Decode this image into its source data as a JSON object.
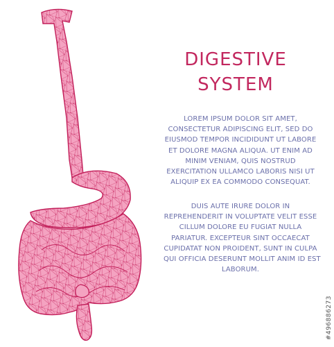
{
  "title": {
    "line1": "DIGESTIVE",
    "line2": "SYSTEM"
  },
  "paragraph1": [
    "LOREM IPSUM DOLOR SIT AMET,",
    "CONSECTETUR ADIPISCING ELIT, SED DO",
    "EIUSMOD TEMPOR INCIDIDUNT UT LABORE",
    "ET DOLORE MAGNA ALIQUA. UT ENIM AD",
    "MINIM VENIAM, QUIS NOSTRUD",
    "EXERCITATION ULLAMCO LABORIS NISI UT",
    "ALIQUIP EX EA COMMODO CONSEQUAT."
  ],
  "paragraph2": [
    "DUIS AUTE IRURE DOLOR IN",
    "REPREHENDERIT IN VOLUPTATE VELIT ESSE",
    "CILLUM DOLORE EU FUGIAT NULLA",
    "PARIATUR. EXCEPTEUR SINT OCCAECAT",
    "CUPIDATAT NON PROIDENT, SUNT IN CULPA",
    "QUI OFFICIA DESERUNT MOLLIT ANIM ID EST",
    "LABORUM."
  ],
  "stock_id": "#496886273",
  "colors": {
    "title": "#c2275e",
    "body_text": "#6a6faa",
    "organ_fill": "#f4a3c1",
    "organ_stroke": "#c21f5a"
  },
  "illustration_icon": "digestive-system-icon"
}
